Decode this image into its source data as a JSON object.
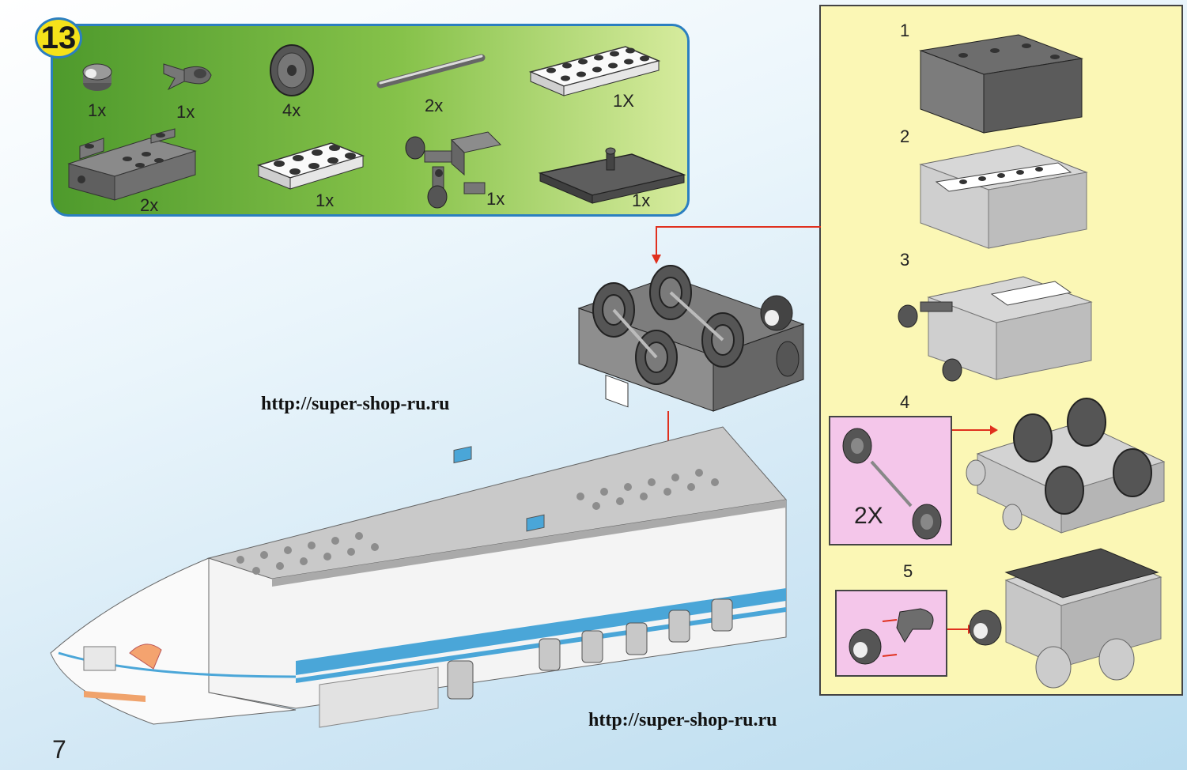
{
  "step": {
    "number": "13"
  },
  "parts": [
    {
      "name": "round-brick-1x1",
      "qty": "1x"
    },
    {
      "name": "coupling-hook",
      "qty": "1x"
    },
    {
      "name": "wheel",
      "qty": "4x"
    },
    {
      "name": "axle-rod",
      "qty": "2x"
    },
    {
      "name": "plate-2x6-white",
      "qty": "1X"
    },
    {
      "name": "wheel-bogie-base",
      "qty": "2x"
    },
    {
      "name": "plate-2x4-white",
      "qty": "1x"
    },
    {
      "name": "buffer-bracket",
      "qty": "1x"
    },
    {
      "name": "plate-4x6-dark-with-pivot",
      "qty": "1x"
    }
  ],
  "substeps": [
    {
      "number": "1"
    },
    {
      "number": "2"
    },
    {
      "number": "3"
    },
    {
      "number": "4",
      "callout_qty": "2X"
    },
    {
      "number": "5"
    }
  ],
  "watermarks": [
    "http://super-shop-ru.ru",
    "http://super-shop-ru.ru"
  ],
  "page": {
    "number": "7"
  },
  "colors": {
    "panel_green": "#7dbb45",
    "panel_border": "#2b7fc0",
    "badge_yellow": "#f5e21a",
    "sub_panel_yellow": "#fbf7b5",
    "callout_pink": "#f4c6ea",
    "arrow_red": "#e0301e",
    "train_blue": "#4aa6d8"
  }
}
